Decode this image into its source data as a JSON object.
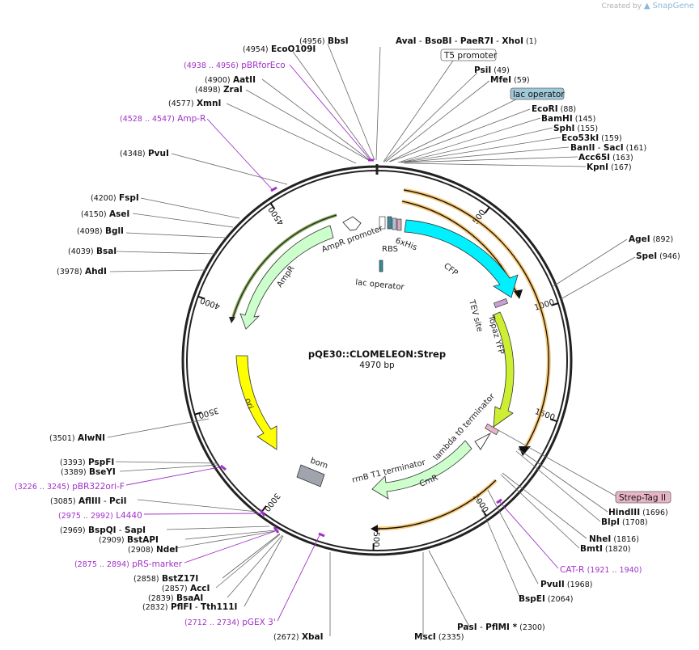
{
  "logo": {
    "created_by": "Created by",
    "brand": "SnapGene"
  },
  "plasmid": {
    "name": "pQE30::CLOMELEON:Strep",
    "length": "4970 bp"
  },
  "ticks": [
    {
      "label": "500",
      "pos": 500
    },
    {
      "label": "1000",
      "pos": 1000
    },
    {
      "label": "1500",
      "pos": 1500
    },
    {
      "label": "2000",
      "pos": 2000
    },
    {
      "label": "2500",
      "pos": 2500
    },
    {
      "label": "3000",
      "pos": 3000
    },
    {
      "label": "3500",
      "pos": 3500
    },
    {
      "label": "4000",
      "pos": 4000
    },
    {
      "label": "4500",
      "pos": 4500
    }
  ],
  "enzymes": [
    {
      "id": "e1",
      "name": "AvaI",
      "extra": [
        "BsoBI",
        "PaeR7I",
        "XhoI"
      ],
      "pos": "(1)"
    },
    {
      "id": "e2",
      "name": "BbsI",
      "pos": "(4956)"
    },
    {
      "id": "e3",
      "name": "EcoO109I",
      "pos": "(4954)"
    },
    {
      "id": "e4",
      "name": "AatII",
      "pos": "(4900)"
    },
    {
      "id": "e5",
      "name": "ZraI",
      "pos": "(4898)"
    },
    {
      "id": "e6",
      "name": "XmnI",
      "pos": "(4577)"
    },
    {
      "id": "e7",
      "name": "PvuI",
      "pos": "(4348)"
    },
    {
      "id": "e8",
      "name": "FspI",
      "pos": "(4200)"
    },
    {
      "id": "e9",
      "name": "AseI",
      "pos": "(4150)"
    },
    {
      "id": "e10",
      "name": "BglI",
      "pos": "(4098)"
    },
    {
      "id": "e11",
      "name": "BsaI",
      "pos": "(4039)"
    },
    {
      "id": "e12",
      "name": "AhdI",
      "pos": "(3978)"
    },
    {
      "id": "e13",
      "name": "PsiI",
      "pos": "(49)"
    },
    {
      "id": "e14",
      "name": "MfeI",
      "pos": "(59)"
    },
    {
      "id": "e15",
      "name": "EcoRI",
      "pos": "(88)"
    },
    {
      "id": "e16",
      "name": "BamHI",
      "pos": "(145)"
    },
    {
      "id": "e17",
      "name": "SphI",
      "pos": "(155)"
    },
    {
      "id": "e18",
      "name": "Eco53kI",
      "pos": "(159)"
    },
    {
      "id": "e19",
      "name": "BanII",
      "extra": [
        "SacI"
      ],
      "pos": "(161)"
    },
    {
      "id": "e20",
      "name": "Acc65I",
      "pos": "(163)"
    },
    {
      "id": "e21",
      "name": "KpnI",
      "pos": "(167)"
    },
    {
      "id": "e22",
      "name": "AgeI",
      "pos": "(892)"
    },
    {
      "id": "e23",
      "name": "SpeI",
      "pos": "(946)"
    },
    {
      "id": "e24",
      "name": "HindIII",
      "pos": "(1696)"
    },
    {
      "id": "e25",
      "name": "BlpI",
      "pos": "(1708)"
    },
    {
      "id": "e26",
      "name": "NheI",
      "pos": "(1816)"
    },
    {
      "id": "e27",
      "name": "BmtI",
      "pos": "(1820)"
    },
    {
      "id": "e28",
      "name": "PvuII",
      "pos": "(1968)"
    },
    {
      "id": "e29",
      "name": "BspEI",
      "pos": "(2064)"
    },
    {
      "id": "e30",
      "name": "PasI",
      "extra": [
        "PflMI *"
      ],
      "pos": "(2300)"
    },
    {
      "id": "e31",
      "name": "MscI",
      "pos": "(2335)"
    },
    {
      "id": "e32",
      "name": "XbaI",
      "pos": "(2672)"
    },
    {
      "id": "e33",
      "name": "PflFI",
      "extra": [
        "Tth111I"
      ],
      "pos": "(2832)"
    },
    {
      "id": "e34",
      "name": "BsaAI",
      "pos": "(2839)"
    },
    {
      "id": "e35",
      "name": "AccI",
      "pos": "(2857)"
    },
    {
      "id": "e36",
      "name": "BstZ17I",
      "pos": "(2858)"
    },
    {
      "id": "e37",
      "name": "NdeI",
      "pos": "(2908)"
    },
    {
      "id": "e38",
      "name": "BstAPI",
      "pos": "(2909)"
    },
    {
      "id": "e39",
      "name": "BspQI",
      "extra": [
        "SapI"
      ],
      "pos": "(2969)"
    },
    {
      "id": "e40",
      "name": "AflIII",
      "extra": [
        "PciI"
      ],
      "pos": "(3085)"
    },
    {
      "id": "e41",
      "name": "BseYI",
      "pos": "(3389)"
    },
    {
      "id": "e42",
      "name": "PspFI",
      "pos": "(3393)"
    },
    {
      "id": "e43",
      "name": "AlwNI",
      "pos": "(3501)"
    }
  ],
  "primers": [
    {
      "id": "p1",
      "name": "pBRforEco",
      "range": "(4938 .. 4956)"
    },
    {
      "id": "p2",
      "name": "Amp-R",
      "range": "(4528 .. 4547)"
    },
    {
      "id": "p3",
      "name": "pBR322ori-F",
      "range": "(3226 .. 3245)"
    },
    {
      "id": "p4",
      "name": "L4440",
      "range": "(2975 .. 2992)"
    },
    {
      "id": "p5",
      "name": "pRS-marker",
      "range": "(2875 .. 2894)"
    },
    {
      "id": "p6",
      "name": "pGEX 3'",
      "range": "(2712 .. 2734)"
    },
    {
      "id": "p7",
      "name": "CAT-R",
      "range": "(1921 .. 1940)"
    }
  ],
  "boxed_labels": {
    "t5": "T5 promoter",
    "lacop_box": "lac operator",
    "strep": "Strep-Tag II"
  },
  "features": {
    "cfp": "CFP",
    "his": "6xHis",
    "rbs": "RBS",
    "lacop": "lac operator",
    "tev": "TEV site",
    "topaz": "Topaz YFP",
    "lambda": "lambda t0 terminator",
    "cmr": "CmR",
    "rrnb": "rrnB T1 terminator",
    "bom": "bom",
    "ori": "ori",
    "ampr": "AmpR",
    "amprp": "AmpR promoter"
  },
  "colors": {
    "cfp": "#00f0ff",
    "topaz": "#ccee33",
    "ori": "#ffff00",
    "ampr": "#ccffcc",
    "cmr": "#ccffcc",
    "orf": "#f5a623",
    "primer": "#a030c8",
    "lacop": "#9fc9d8",
    "strep": "#e8b5c8"
  }
}
